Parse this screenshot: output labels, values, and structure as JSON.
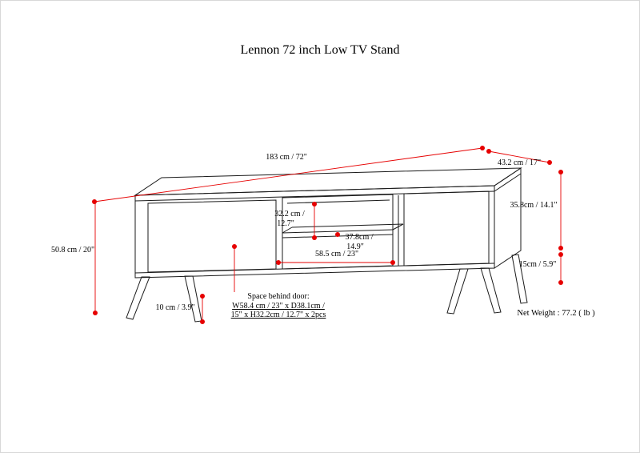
{
  "title": "Lennon 72 inch Low TV Stand",
  "colors": {
    "dimension_red": "#e60000",
    "line_black": "#1a1a1a"
  },
  "dimensions": {
    "overall_width": "183 cm / 72\"",
    "overall_depth": "43.2 cm / 17\"",
    "cabinet_height": "35.8cm / 14.1\"",
    "leg_height_right": "15cm / 5.9\"",
    "overall_height": "50.8 cm / 20\"",
    "leg_height_left": "10 cm / 3.9\"",
    "opening_height_line1": "32.2 cm /",
    "opening_height_line2": "12.7\"",
    "shelf_clearance_line1": "37.8cm /",
    "shelf_clearance_line2": "14.9\"",
    "opening_width": "58.5 cm / 23\""
  },
  "notes": {
    "space_heading": "Space behind door:",
    "space_line1": "W58.4 cm / 23\" x D38.1cm /",
    "space_line2": "15\" x H32.2cm / 12.7\" x 2pcs",
    "net_weight": "Net Weight : 77.2 ( lb )"
  }
}
